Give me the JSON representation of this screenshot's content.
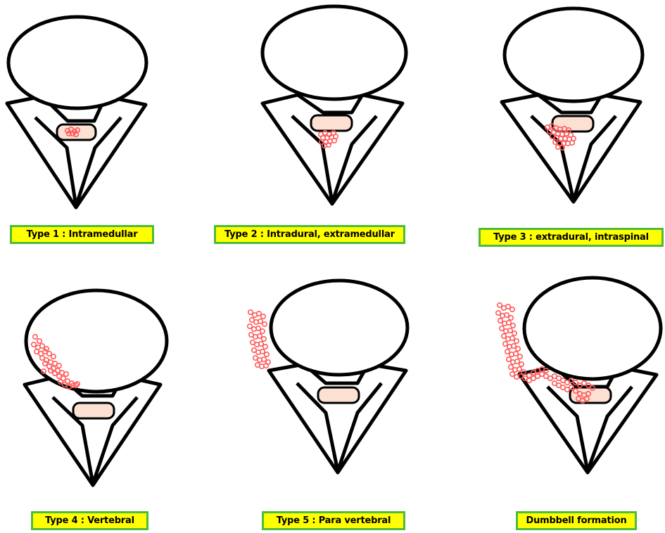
{
  "panels": [
    {
      "label": "Type 1 : Intramedullar"
    },
    {
      "label": "Type 2 : Intradural, extramedullar"
    },
    {
      "label": "Type 3 : extradural, intraspinal"
    },
    {
      "label": "Type 4 : Vertebral"
    },
    {
      "label": "Type 5 : Para vertebral"
    },
    {
      "label": "Dumbbell formation"
    }
  ],
  "colors": {
    "label_fill": "#ffff00",
    "label_border": "#4cbc3a",
    "spinal_cord": "#fce0d2",
    "tumor_cells": "#ff5a5a",
    "outline": "#000000"
  }
}
